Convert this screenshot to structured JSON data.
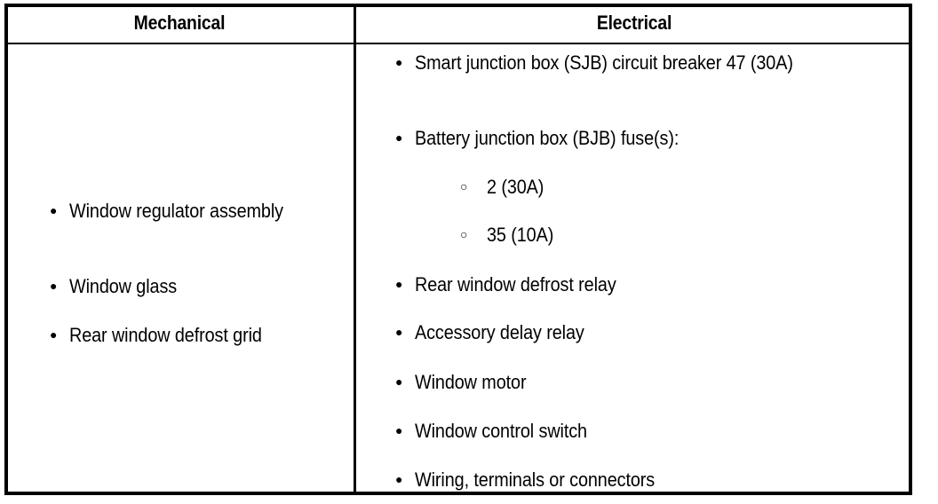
{
  "table": {
    "headers": {
      "mechanical": "Mechanical",
      "electrical": "Electrical"
    },
    "columns": {
      "mechanical": {
        "items": [
          {
            "marker": "solid-bullet",
            "text": "Window regulator assembly"
          },
          {
            "marker": "solid-bullet",
            "text": "Window glass"
          },
          {
            "marker": "solid-bullet",
            "text": "Rear window defrost grid"
          }
        ]
      },
      "electrical": {
        "items": [
          {
            "marker": "solid-bullet",
            "text": "Smart junction box (SJB) circuit breaker 47 (30A)"
          },
          {
            "marker": "solid-bullet",
            "text": "Battery junction box (BJB) fuse(s):"
          },
          {
            "marker": "hollow-bullet",
            "text": "2 (30A)"
          },
          {
            "marker": "hollow-bullet",
            "text": "35 (10A)"
          },
          {
            "marker": "solid-bullet",
            "text": "Rear window defrost relay"
          },
          {
            "marker": "solid-bullet",
            "text": "Accessory delay relay"
          },
          {
            "marker": "solid-bullet",
            "text": "Window motor"
          },
          {
            "marker": "solid-bullet",
            "text": "Window control switch"
          },
          {
            "marker": "solid-bullet",
            "text": "Wiring, terminals or connectors"
          }
        ]
      }
    },
    "colors": {
      "border": "#000000",
      "text": "#000000",
      "background": "#ffffff"
    }
  }
}
